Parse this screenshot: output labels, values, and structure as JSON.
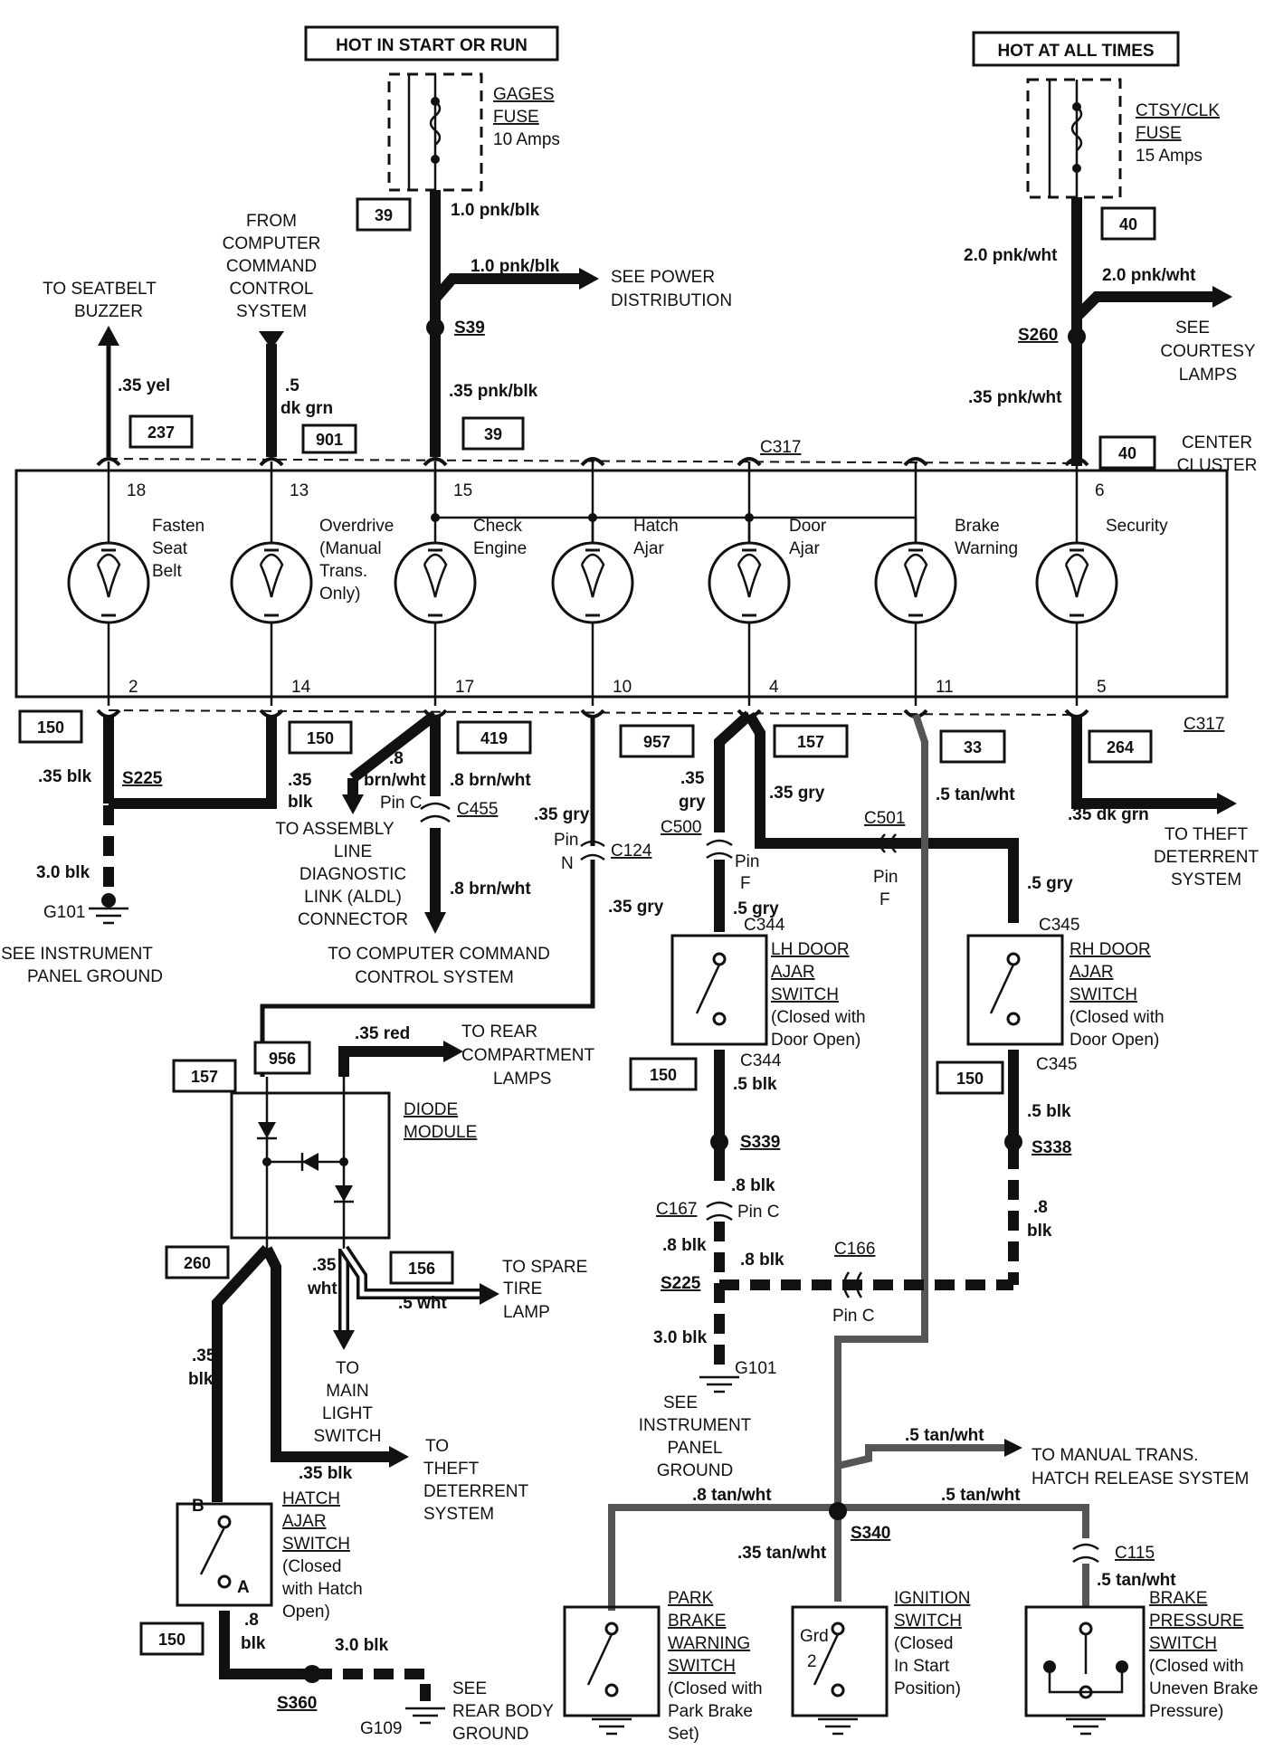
{
  "header": {
    "hot_start_run": "HOT IN START OR RUN",
    "hot_all_times": "HOT AT ALL TIMES"
  },
  "fuses": {
    "gages": {
      "name_1": "GAGES",
      "name_2": "FUSE",
      "rating": "10 Amps",
      "id": "39"
    },
    "ctsy": {
      "name_1": "CTSY/CLK",
      "name_2": "FUSE",
      "rating": "15 Amps",
      "id": "40"
    }
  },
  "circuit_boxes": {
    "b39_top": "39",
    "b39_mid": "39",
    "b40_top": "40",
    "b40_mid": "40",
    "b237": "237",
    "b901": "901",
    "b150_a": "150",
    "b150_b": "150",
    "b419": "419",
    "b957": "957",
    "b157": "157",
    "b33": "33",
    "b264": "264",
    "b157_diode": "157",
    "b956": "956",
    "b260": "260",
    "b156": "156",
    "b150_hatch": "150",
    "b150_lh": "150",
    "b150_rh": "150"
  },
  "wires": {
    "w_gage_out": "1.0 pnk/blk",
    "w_gage_branch": "1.0 pnk/blk",
    "w_gage_cluster": ".35 pnk/blk",
    "w_ctsy_out": "2.0 pnk/wht",
    "w_ctsy_branch": "2.0 pnk/wht",
    "w_ctsy_cluster": ".35 pnk/wht",
    "w_seatbelt": ".35 yel",
    "w_dkgrn_1": ".5",
    "w_dkgrn_2": "dk grn",
    "w_blk_2": ".35 blk",
    "w_blk_14a": ".35",
    "w_blk_14b": "blk",
    "w_3blk": "3.0 blk",
    "w_brnwht_a": ".8",
    "w_brnwht_b": "brn/wht",
    "w_brnwht_c": ".8 brn/wht",
    "w_brnwht_d": ".8 brn/wht",
    "w_gry_10a": ".35 gry",
    "w_gry_10b": ".35 gry",
    "w_gry_4a": ".35",
    "w_gry_4b": "gry",
    "w_gry_4c": ".35 gry",
    "w_gry_5a": ".5 gry",
    "w_gry_5b": ".5 gry",
    "w_tan_11": ".5 tan/wht",
    "w_dkgrn_5": ".35 dk grn",
    "w_red": ".35 red",
    "w_wht_a": ".35",
    "w_wht_b": "wht",
    "w_wht_c": ".5 wht",
    "w_hatch_blk_a": ".35",
    "w_hatch_blk_b": "blk",
    "w_theft_blk": ".35 blk",
    "w_hatch_gnd_a": ".8",
    "w_hatch_gnd_b": "blk",
    "w_hatch_3blk": "3.0 blk",
    "w_lh_blk": ".5 blk",
    "w_lh_8blk": ".8 blk",
    "w_lh_8blk_b": ".8 blk",
    "w_c166_8blk": ".8 blk",
    "w_lh_3blk": "3.0 blk",
    "w_rh_blk": ".5 blk",
    "w_rh_8a": ".8",
    "w_rh_8b": "blk",
    "w_tan_man": ".5 tan/wht",
    "w_tan_park": ".8 tan/wht",
    "w_tan_brake": ".5 tan/wht",
    "w_tan_ign": ".35 tan/wht",
    "w_tan_c115": ".5 tan/wht"
  },
  "destinations": {
    "power_1": "SEE POWER",
    "power_2": "DISTRIBUTION",
    "ccc_1": "FROM",
    "ccc_2": "COMPUTER",
    "ccc_3": "COMMAND",
    "ccc_4": "CONTROL",
    "ccc_5": "SYSTEM",
    "belt_1": "TO SEATBELT",
    "belt_2": "BUZZER",
    "courtesy_1": "SEE",
    "courtesy_2": "COURTESY",
    "courtesy_3": "LAMPS",
    "cluster_1": "CENTER",
    "cluster_2": "CLUSTER",
    "ipg_1": "SEE INSTRUMENT",
    "ipg_2": "PANEL GROUND",
    "aldl_1": "TO ASSEMBLY",
    "aldl_2": "LINE",
    "aldl_3": "DIAGNOSTIC",
    "aldl_4": "LINK (ALDL)",
    "aldl_5": "CONNECTOR",
    "ccc_to_1": "TO COMPUTER COMMAND",
    "ccc_to_2": "CONTROL SYSTEM",
    "theft_1": "TO THEFT",
    "theft_2": "DETERRENT",
    "theft_3": "SYSTEM",
    "rear_1": "TO REAR",
    "rear_2": "COMPARTMENT",
    "rear_3": "LAMPS",
    "spare_1": "TO SPARE",
    "spare_2": "TIRE",
    "spare_3": "LAMP",
    "main_1": "TO",
    "main_2": "MAIN",
    "main_3": "LIGHT",
    "main_4": "SWITCH",
    "theft2_1": "TO",
    "theft2_2": "THEFT",
    "theft2_3": "DETERRENT",
    "theft2_4": "SYSTEM",
    "ipg2_1": "SEE",
    "ipg2_2": "INSTRUMENT",
    "ipg2_3": "PANEL",
    "ipg2_4": "GROUND",
    "manual_1": "TO MANUAL TRANS.",
    "manual_2": "HATCH RELEASE SYSTEM",
    "rbg_1": "SEE",
    "rbg_2": "REAR BODY",
    "rbg_3": "GROUND"
  },
  "cluster": {
    "connector": "C317",
    "connector_b": "C317",
    "lamps": [
      {
        "name_1": "Fasten",
        "name_2": "Seat",
        "name_3": "Belt",
        "name_4": "",
        "pin_top": "18",
        "pin_bot": "2"
      },
      {
        "name_1": "Overdrive",
        "name_2": "(Manual",
        "name_3": "Trans.",
        "name_4": "Only)",
        "pin_top": "13",
        "pin_bot": "14"
      },
      {
        "name_1": "Check",
        "name_2": "Engine",
        "name_3": "",
        "name_4": "",
        "pin_top": "15",
        "pin_bot": "17"
      },
      {
        "name_1": "Hatch",
        "name_2": "Ajar",
        "name_3": "",
        "name_4": "",
        "pin_top": "",
        "pin_bot": "10"
      },
      {
        "name_1": "Door",
        "name_2": "Ajar",
        "name_3": "",
        "name_4": "",
        "pin_top": "",
        "pin_bot": "4"
      },
      {
        "name_1": "Brake",
        "name_2": "Warning",
        "name_3": "",
        "name_4": "",
        "pin_top": "",
        "pin_bot": "11"
      },
      {
        "name_1": "Security",
        "name_2": "",
        "name_3": "",
        "name_4": "",
        "pin_top": "6",
        "pin_bot": "5"
      }
    ]
  },
  "splices": {
    "s39": "S39",
    "s260": "S260",
    "s225": "S225",
    "s225b": "S225",
    "s339": "S339",
    "s338": "S338",
    "s340": "S340",
    "s360": "S360"
  },
  "grounds": {
    "g101": "G101",
    "g101b": "G101",
    "g109": "G109"
  },
  "connectors": {
    "c455": "C455",
    "c455_pin": "Pin C",
    "c124": "C124",
    "c124_pin_1": "Pin",
    "c124_pin_2": "N",
    "c500": "C500",
    "c500_pin_1": "Pin",
    "c500_pin_2": "F",
    "c501": "C501",
    "c501_pin_1": "Pin",
    "c501_pin_2": "F",
    "c344a": "C344",
    "c344b": "C344",
    "c345a": "C345",
    "c345b": "C345",
    "c167": "C167",
    "c167_pin": "Pin C",
    "c166": "C166",
    "c166_pin": "Pin C",
    "c115": "C115"
  },
  "components": {
    "diode_1": "DIODE",
    "diode_2": "MODULE",
    "lh_1": "LH DOOR",
    "lh_2": "AJAR",
    "lh_3": "SWITCH",
    "lh_4": "(Closed with",
    "lh_5": "Door Open)",
    "rh_1": "RH DOOR",
    "rh_2": "AJAR",
    "rh_3": "SWITCH",
    "rh_4": "(Closed with",
    "rh_5": "Door Open)",
    "hatch_1": "HATCH",
    "hatch_2": "AJAR",
    "hatch_3": "SWITCH",
    "hatch_4": "(Closed",
    "hatch_5": "with Hatch",
    "hatch_6": "Open)",
    "hatch_b": "B",
    "hatch_a": "A",
    "park_1": "PARK",
    "park_2": "BRAKE",
    "park_3": "WARNING",
    "park_4": "SWITCH",
    "park_5": "(Closed with",
    "park_6": "Park Brake",
    "park_7": "Set)",
    "ign_1": "IGNITION",
    "ign_2": "SWITCH",
    "ign_3": "(Closed",
    "ign_4": "In Start",
    "ign_5": "Position)",
    "ign_grd": "Grd",
    "ign_2pos": "2",
    "bp_1": "BRAKE",
    "bp_2": "PRESSURE",
    "bp_3": "SWITCH",
    "bp_4": "(Closed with",
    "bp_5": "Uneven Brake",
    "bp_6": "Pressure)"
  }
}
